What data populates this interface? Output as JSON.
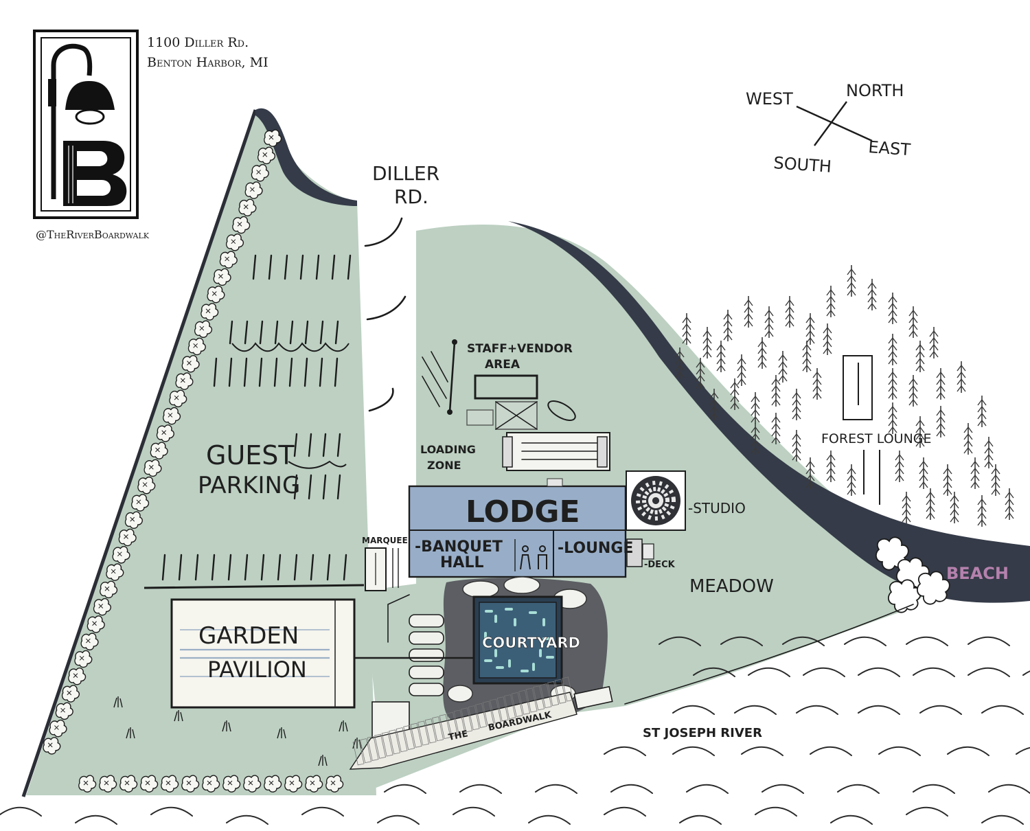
{
  "brand": {
    "address_line1": "1100 Diller Rd.",
    "address_line2": "Benton Harbor, MI",
    "handle": "@TheRiverBoardwalk",
    "logo_letter": "B"
  },
  "compass": {
    "north": "NORTH",
    "south": "SOUTH",
    "east": "EAST",
    "west": "WEST"
  },
  "labels": {
    "diller_rd_line1": "DILLER",
    "diller_rd_line2": "RD.",
    "staff_vendor_line1": "STAFF+VENDOR",
    "staff_vendor_line2": "AREA",
    "loading_zone_line1": "LOADING",
    "loading_zone_line2": "ZONE",
    "guest_parking_line1": "GUEST",
    "guest_parking_line2": "PARKING",
    "lodge": "LODGE",
    "banquet_hall_line1": "-BANQUET",
    "banquet_hall_line2": "HALL",
    "lounge": "-LOUNGE",
    "studio": "-STUDIO",
    "deck": "-DECK",
    "marquee": "MARQUEE",
    "meadow": "MEADOW",
    "forest_lounge": "FOREST LOUNGE",
    "beach": "BEACH",
    "garden_pavilion_line1": "GARDEN",
    "garden_pavilion_line2": "PAVILION",
    "courtyard": "COURTYARD",
    "boardwalk_the": "THE",
    "boardwalk_name": "BOARDWALK",
    "river": "ST JOSEPH RIVER"
  },
  "colors": {
    "land": "#bdd0c2",
    "road": "#353b48",
    "lodge": "#98aec8",
    "courtyard_ground": "#5c5e63",
    "courtyard_water": "#3c5f78",
    "beach_text": "#b581ad"
  }
}
